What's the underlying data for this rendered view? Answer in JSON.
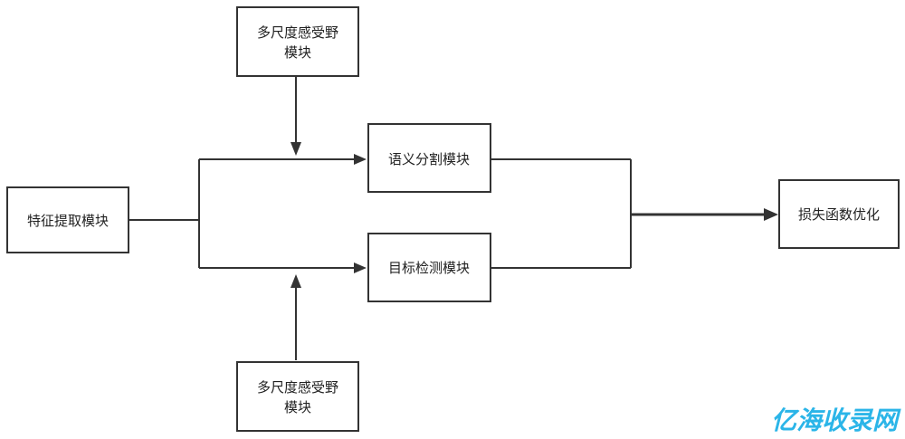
{
  "nodes": {
    "feature_extraction": {
      "label": "特征提取模块"
    },
    "receptive_top": {
      "line1": "多尺度感受野",
      "line2": "模块"
    },
    "semantic_seg": {
      "label": "语义分割模块"
    },
    "object_detect": {
      "label": "目标检测模块"
    },
    "receptive_bottom": {
      "line1": "多尺度感受野",
      "line2": "模块"
    },
    "loss_opt": {
      "label": "损失函数优化"
    }
  },
  "watermark": {
    "text": "亿海收录网",
    "color": "#2bb5e8"
  }
}
